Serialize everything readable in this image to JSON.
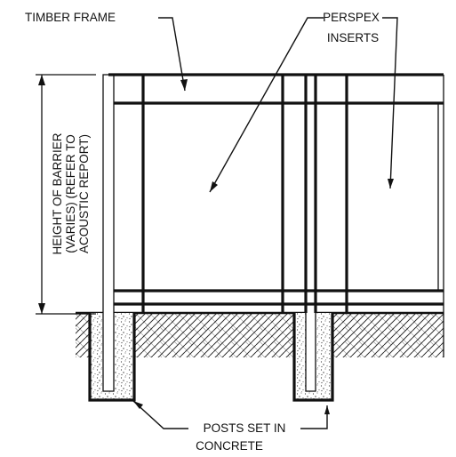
{
  "labels": {
    "timber_frame": "TIMBER FRAME",
    "perspex_line1": "PERSPEX",
    "perspex_line2": "INSERTS",
    "height_line1": "HEIGHT OF BARRIER",
    "height_line2": "(VARIES) (REFER TO",
    "height_line3": "ACOUSTIC REPORT)",
    "posts_line1": "POSTS SET IN",
    "posts_line2": "CONCRETE"
  },
  "colors": {
    "ink": "#111111",
    "paper": "#ffffff"
  }
}
